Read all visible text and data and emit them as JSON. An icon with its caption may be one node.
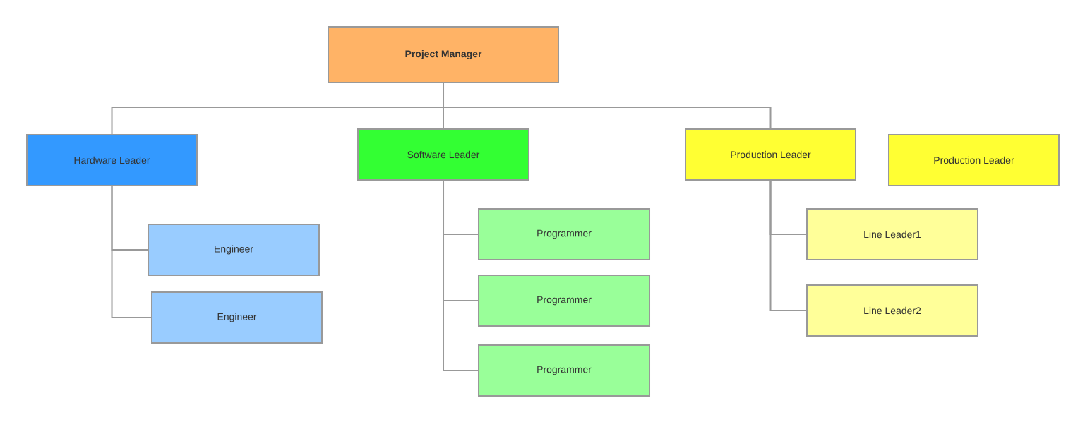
{
  "diagram": {
    "nodes": [
      {
        "text": [
          "Project Manager"
        ]
      },
      {
        "text": [
          "Hardware Leader"
        ]
      },
      {
        "text": [
          "Software Leader"
        ]
      },
      {
        "text": [
          "Production Leader"
        ]
      },
      {
        "text": [
          "Production Leader"
        ]
      },
      {
        "text": [
          "Engineer"
        ]
      },
      {
        "text": [
          "Engineer"
        ]
      },
      {
        "text": [
          "Programmer"
        ]
      },
      {
        "text": [
          "Programmer"
        ]
      },
      {
        "text": [
          "Programmer"
        ]
      },
      {
        "text": [
          "Line Leader1"
        ]
      },
      {
        "text": [
          "Line Leader2"
        ]
      }
    ],
    "edges": [
      {
        "from": 0,
        "to": 1,
        "arrow": "none"
      },
      {
        "from": 0,
        "to": 2,
        "arrow": "none"
      },
      {
        "from": 0,
        "to": 3,
        "arrow": "none"
      },
      {
        "from": 1,
        "to": 5,
        "arrow": "none"
      },
      {
        "from": 1,
        "to": 6,
        "arrow": "none"
      },
      {
        "from": 2,
        "to": 7,
        "arrow": "none"
      },
      {
        "from": 2,
        "to": 8,
        "arrow": "none"
      },
      {
        "from": 2,
        "to": 9,
        "arrow": "none"
      },
      {
        "from": 3,
        "to": 10,
        "arrow": "none"
      },
      {
        "from": 3,
        "to": 11,
        "arrow": "none"
      }
    ]
  }
}
